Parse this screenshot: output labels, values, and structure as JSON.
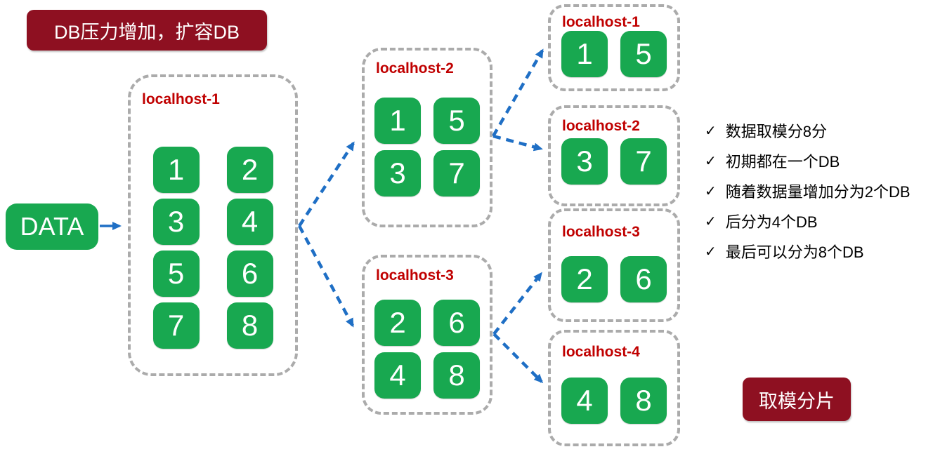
{
  "title_banner": {
    "label": "DB压力增加，扩容DB"
  },
  "caption_banner": {
    "label": "取模分片"
  },
  "data_node": {
    "label": "DATA"
  },
  "colors": {
    "shard_green": "#18A850",
    "banner_dark_red": "#8E1021",
    "host_label_red": "#C00000",
    "arrow_blue": "#1F6FC5",
    "dashed_border_gray": "#ABABAB"
  },
  "stage1": {
    "hosts": [
      {
        "name": "localhost-1",
        "shards": [
          "1",
          "2",
          "3",
          "4",
          "5",
          "6",
          "7",
          "8"
        ]
      }
    ]
  },
  "stage2": {
    "hosts": [
      {
        "name": "localhost-2",
        "shards": [
          "1",
          "5",
          "3",
          "7"
        ]
      },
      {
        "name": "localhost-3",
        "shards": [
          "2",
          "6",
          "4",
          "8"
        ]
      }
    ]
  },
  "stage3": {
    "hosts": [
      {
        "name": "localhost-1",
        "shards": [
          "1",
          "5"
        ]
      },
      {
        "name": "localhost-2",
        "shards": [
          "3",
          "7"
        ]
      },
      {
        "name": "localhost-3",
        "shards": [
          "2",
          "6"
        ]
      },
      {
        "name": "localhost-4",
        "shards": [
          "4",
          "8"
        ]
      }
    ]
  },
  "notes": {
    "bullet": "✓",
    "items": [
      "数据取模分8分",
      "初期都在一个DB",
      "随着数据量增加分为2个DB",
      "后分为4个DB",
      "最后可以分为8个DB"
    ]
  }
}
